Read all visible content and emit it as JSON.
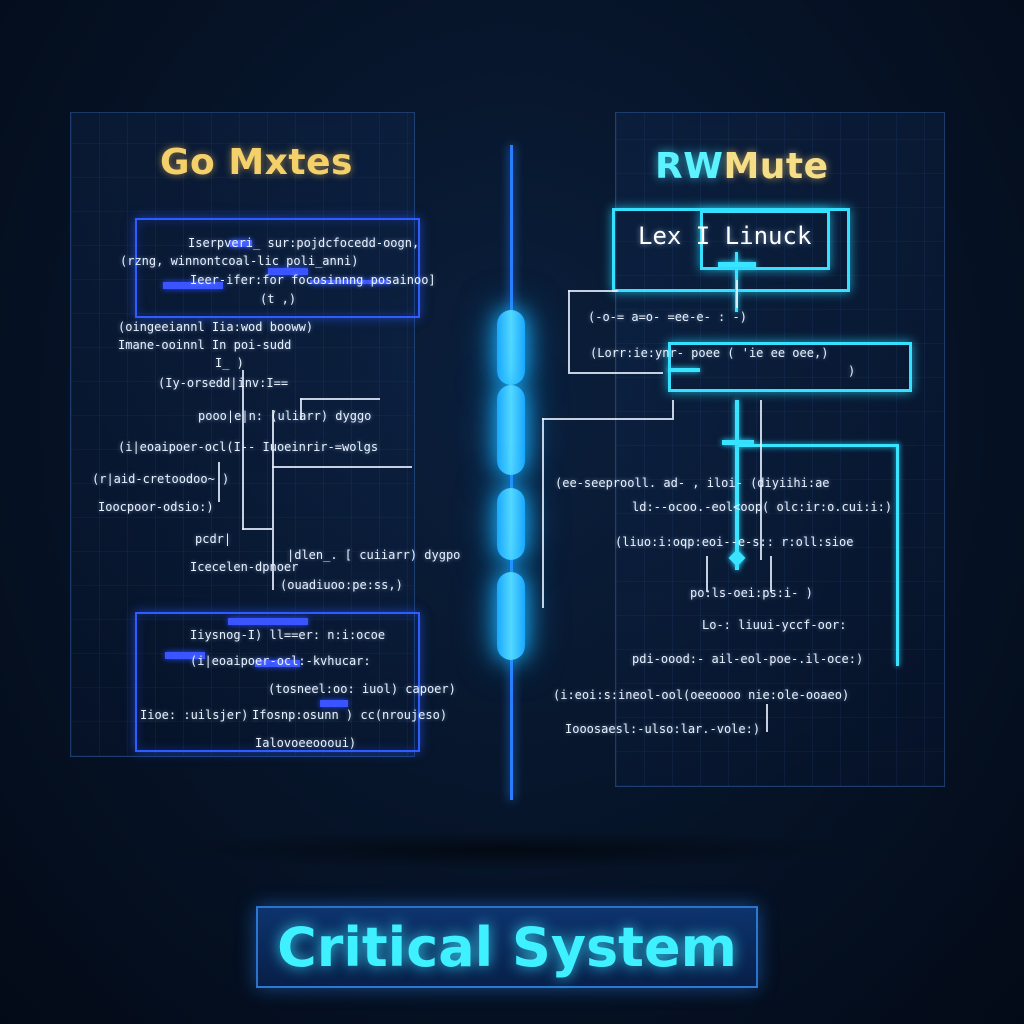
{
  "left_panel": {
    "title": "Go Mxtes",
    "code_lines": [
      "Iserpveri_ sur:pojdcfocedd-oogn,",
      "(rzng, winnontcoal-lic poli_anni)",
      "Ieer-ifer:for focosinnng posainoo]",
      "(t ,)",
      "(oingeeiannl  Iia:wod booww)",
      "Imane-ooinnl  In  poi-sudd",
      "I_  )",
      "(Iy-orsedd|inv:I==",
      "pooo|e|n:  (uliarr)  dyggo",
      "(i|eoaipoer-ocl(I-- Iuoeinrir-=wolgs",
      "(r|aid-cretoodoo~                )",
      "Ioocpoor-odsio:)",
      "pcdr|",
      "Icecelen-dpnoer",
      "(ouadiuoo:pe:ss,)",
      "|dlen_. [  cuiiarr)  dygpo",
      "Iiysnog-I)   ll==er:  n:i:ocoe",
      "(i|eoaipoer-ocl:-kvhucar: ",
      "(tosneel:oo: iuol)  capoer)",
      "Iioe:  :uilsjer)",
      "Ifosnp:osunn  )  cc(nroujeso)",
      "Ialovoeeoooui)"
    ]
  },
  "right_panel": {
    "title_part1": "RW",
    "title_part2": "Mute",
    "lock_label": "Lex I Linuck",
    "code_lines": [
      "(-o-=  a=o- =ee-e- : -)",
      "(Lorr:ie:ynr- poee    (  'ie ee oee,)",
      ")",
      "(ee-seeprooll.  ad- ,     iloi-   (diyiihi:ae",
      "ld:--ocoo.-eol<oop(   olc:ir:o.cui:i:)",
      "(liuo:i:oqp:eoi--e-s:: r:oll:sioe",
      "po:ls-oei:ps:i-  )",
      "Lo-: liuui-yccf-oor: ",
      "pdi-oood:-  ail-eol-poe-.il-oce:)",
      "(i:eoi:s:ineol-ool(oeeoooo  nie:ole-ooaeo)",
      "Iooosaesl:-ulso:lar.-vole:)"
    ]
  },
  "banner": {
    "text": "Critical System"
  },
  "colors": {
    "background": "#061327",
    "left_title": "#f4d06a",
    "right_accent": "#5cf3ff",
    "code_box": "#2f5cff",
    "divider": "#2b7dff",
    "banner_text": "#3ff0ff"
  }
}
